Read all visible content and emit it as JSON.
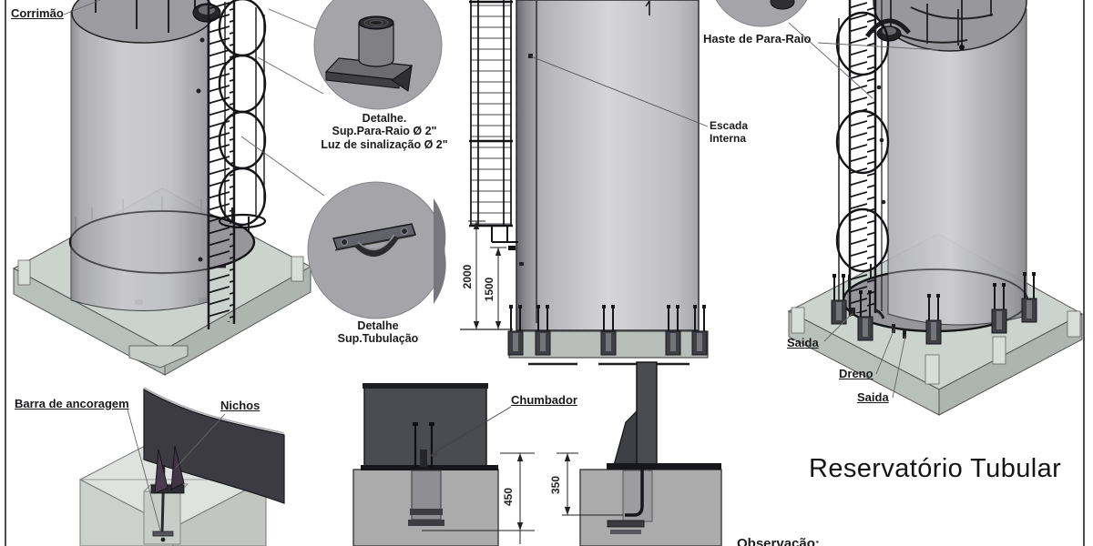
{
  "sheet": {
    "title": "Reservatório Tubular",
    "note_header": "Observação:"
  },
  "labels": {
    "corrimao": "Corrimão",
    "haste_para_raio": "Haste de Para-Raio",
    "escada_line1": "Escada",
    "escada_line2": "Interna",
    "saida_1": "Saida",
    "dreno": "Dreno",
    "saida_2": "Saida",
    "barra_ancoragem": "Barra de ancoragem",
    "nichos": "Nichos",
    "chumbador": "Chumbador"
  },
  "details": {
    "para_raio": {
      "line1": "Detalhe.",
      "line2": "Sup.Para-Raio Ø 2\"",
      "line3": "Luz de sinalização Ø 2\""
    },
    "tubulacao": {
      "line1": "Detalhe",
      "line2": "Sup.Tubulação"
    }
  },
  "dimensions": {
    "ladder_height_outer": "2000",
    "ladder_height_inner": "1500",
    "anchor_depth_left": "450",
    "anchor_depth_right": "350"
  },
  "colors": {
    "ink": "#1a1a1e",
    "tank_gray": "#c6c6c9",
    "dark_panel": "#4b4b52",
    "concrete": "#a9a9a9",
    "slab": "#ccd2ce"
  }
}
